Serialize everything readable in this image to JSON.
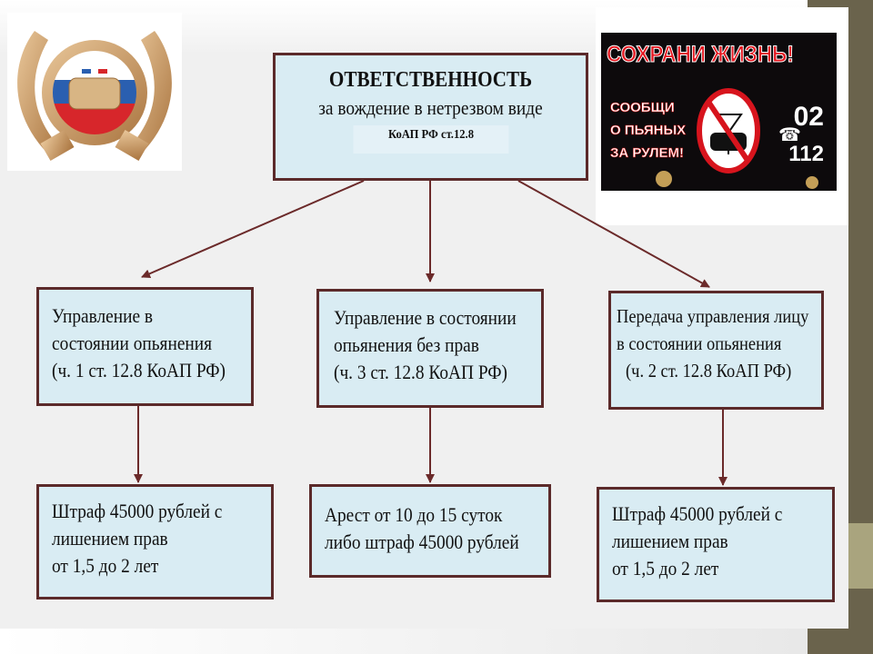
{
  "title": {
    "heading": "ОТВЕТСТВЕННОСТЬ",
    "subheading": "за вождение в нетрезвом виде",
    "law_ref": "КоАП РФ ст.12.8"
  },
  "violations": [
    {
      "lines": [
        "Управление в",
        "состоянии опьянения",
        "(ч. 1 ст. 12.8 КоАП РФ)"
      ]
    },
    {
      "lines": [
        "Управление в состоянии",
        "опьянения без прав",
        "(ч. 3 ст. 12.8 КоАП РФ)"
      ]
    },
    {
      "lines": [
        "Передача управления лицу",
        "в состоянии опьянения",
        "(ч. 2 ст. 12.8 КоАП РФ)"
      ]
    }
  ],
  "penalties": [
    {
      "lines": [
        "Штраф 45000 рублей с",
        "лишением прав",
        "от 1,5 до 2 лет"
      ]
    },
    {
      "lines": [
        "Арест от 10 до 15 суток",
        "либо штраф 45000 рублей"
      ]
    },
    {
      "lines": [
        "Штраф 45000 рублей с",
        "лишением прав",
        "от 1,5 до 2 лет"
      ]
    }
  ],
  "banner": {
    "headline": "СОХРАНИ ЖИЗНЬ!",
    "message": [
      "СООБЩИ",
      "О ПЬЯНЫХ",
      "ЗА РУЛЕМ!"
    ],
    "phones": [
      "02",
      "112"
    ]
  },
  "colors": {
    "box_fill": "#d9ecf3",
    "border": "#5b2a2a",
    "sidebar": "#6a634c",
    "accent": "#e3141d"
  }
}
